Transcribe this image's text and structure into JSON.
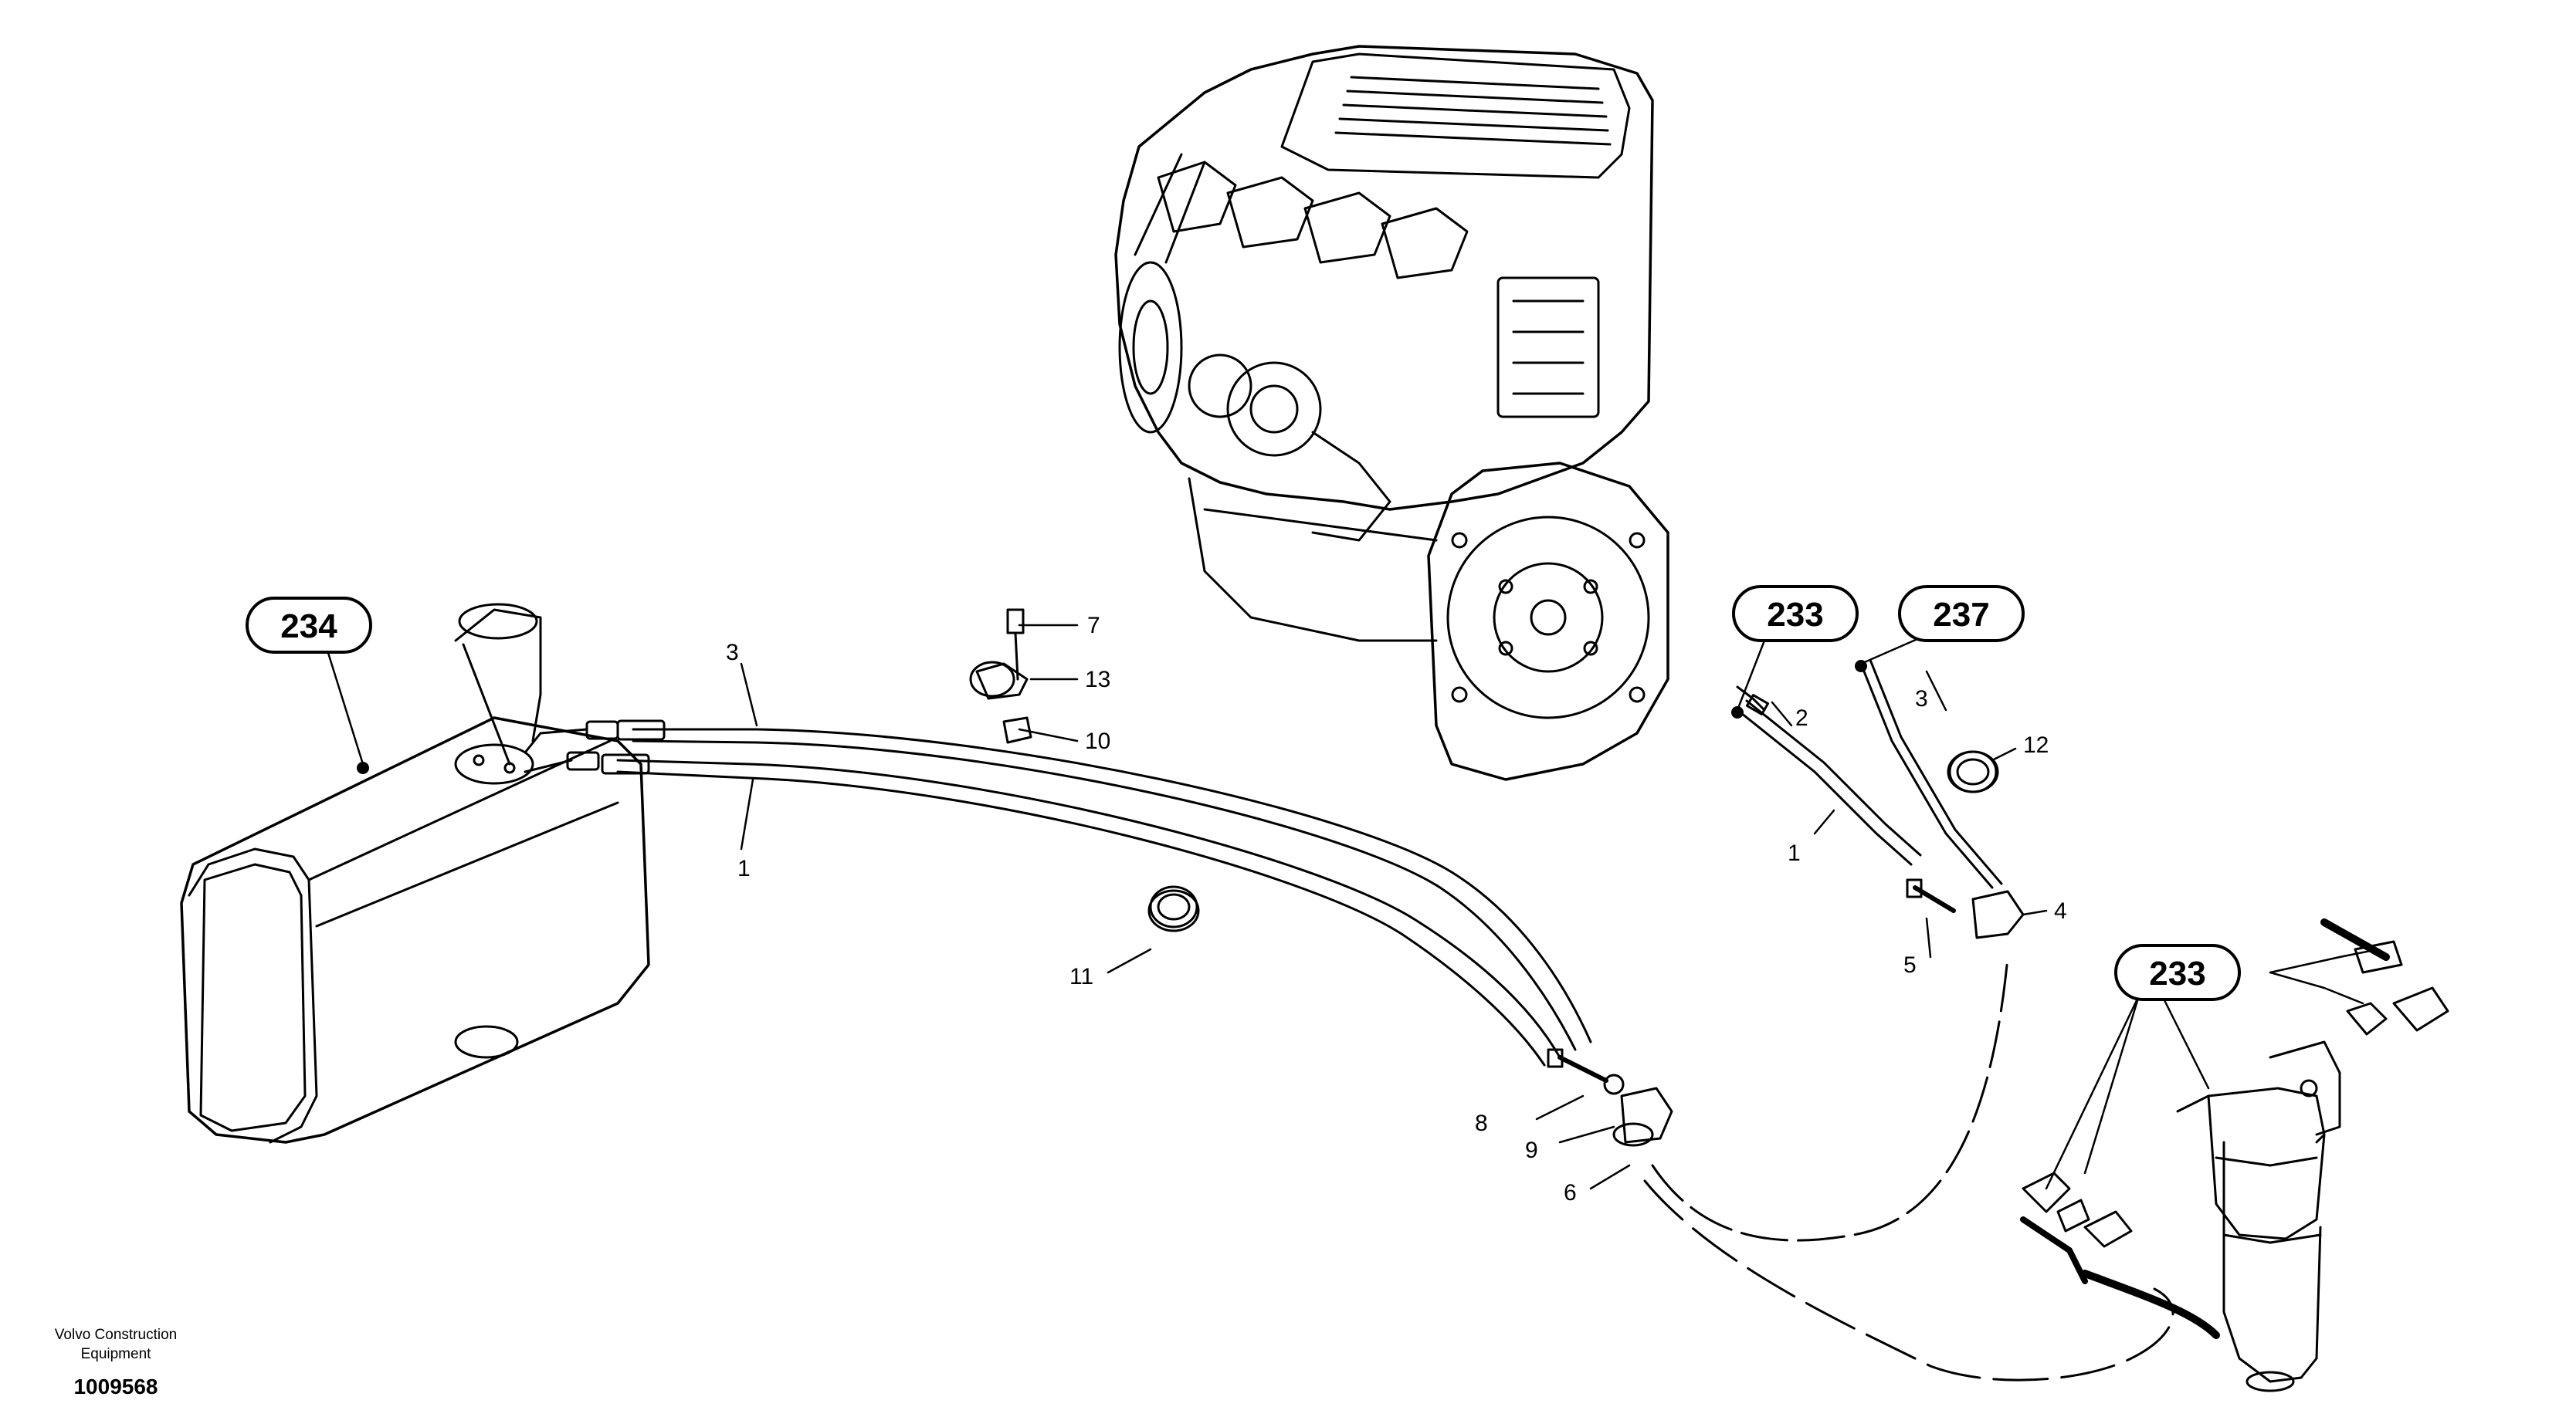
{
  "diagram": {
    "callouts": {
      "c234": "234",
      "c233a": "233",
      "c237": "237",
      "c233b": "233"
    },
    "part_numbers": {
      "n7": "7",
      "n13": "13",
      "n10": "10",
      "n3a": "3",
      "n1a": "1",
      "n11": "11",
      "n8": "8",
      "n9": "9",
      "n6": "6",
      "n2": "2",
      "n1b": "1",
      "n3b": "3",
      "n12": "12",
      "n4": "4",
      "n5": "5"
    }
  },
  "footer": {
    "company_line1": "Volvo Construction",
    "company_line2": "Equipment",
    "drawing_id": "1009568"
  }
}
